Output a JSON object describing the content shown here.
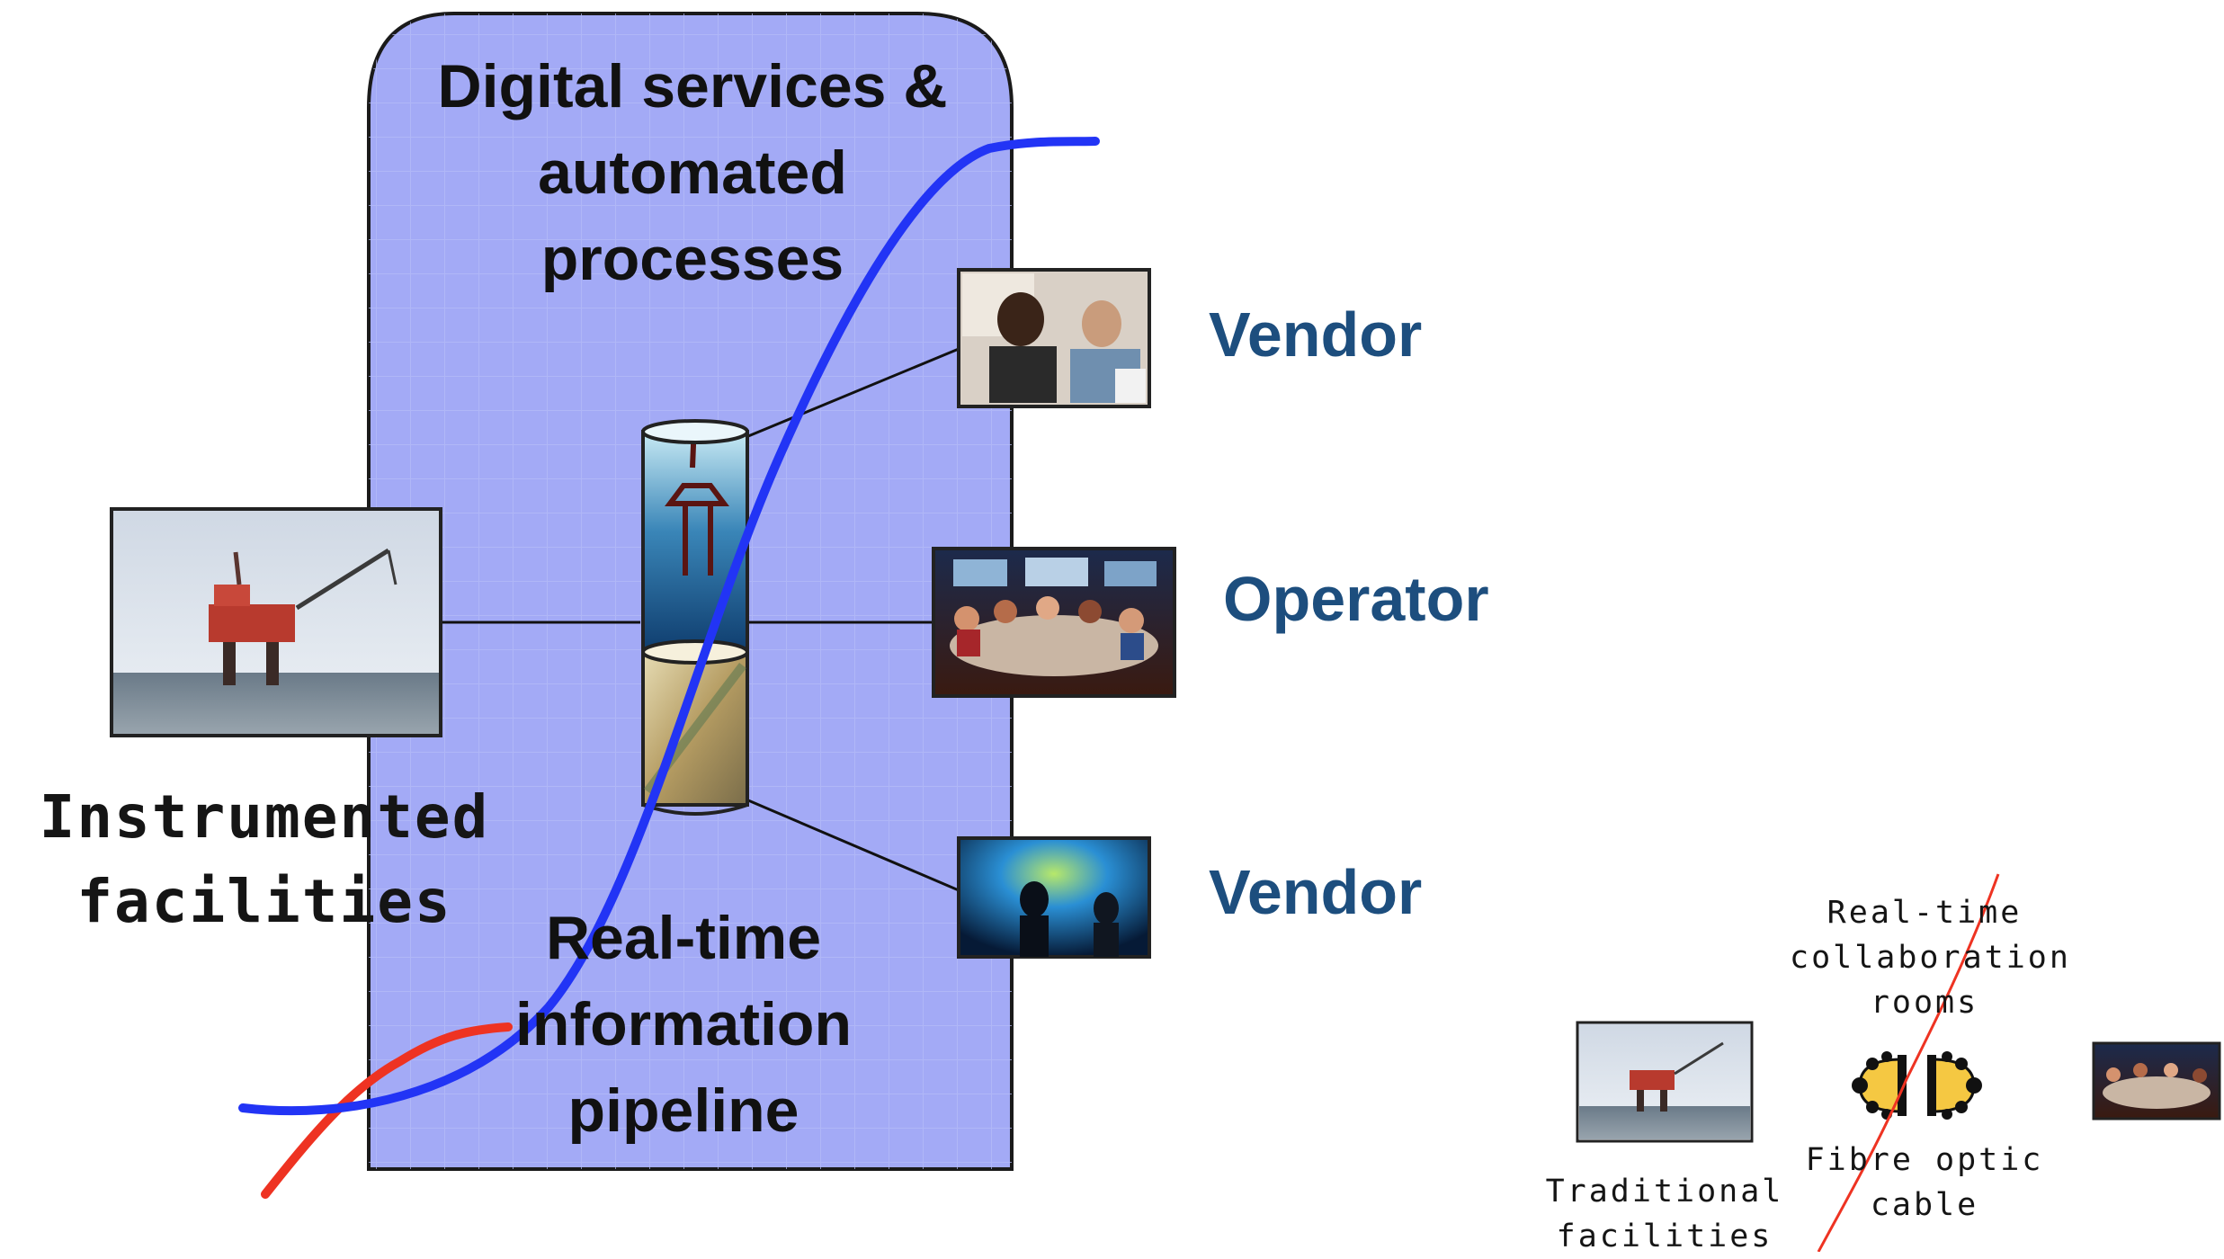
{
  "diagram": {
    "central_block": {
      "title_lines": [
        "Digital services &",
        "automated",
        "processes"
      ],
      "fill_color": "#a3aaf6"
    },
    "pipeline": {
      "title_lines": [
        "Real-time",
        "information",
        "pipeline"
      ]
    },
    "facility_label_lines": [
      "Instrumented",
      "facilities"
    ],
    "roles": {
      "vendor_top": "Vendor",
      "operator": "Operator",
      "vendor_bottom": "Vendor",
      "color": "#1d4e7e"
    },
    "curves": {
      "blue_color": "#2234f5",
      "red_color": "#ee3322"
    },
    "legacy_inset": {
      "traditional_lines": [
        "Traditional",
        "facilities"
      ],
      "fibre_lines": [
        "Fibre optic",
        "cable"
      ],
      "rooms_lines": [
        "Real-time",
        "collaboration",
        "rooms"
      ],
      "connector_color": "#f5c842"
    }
  }
}
